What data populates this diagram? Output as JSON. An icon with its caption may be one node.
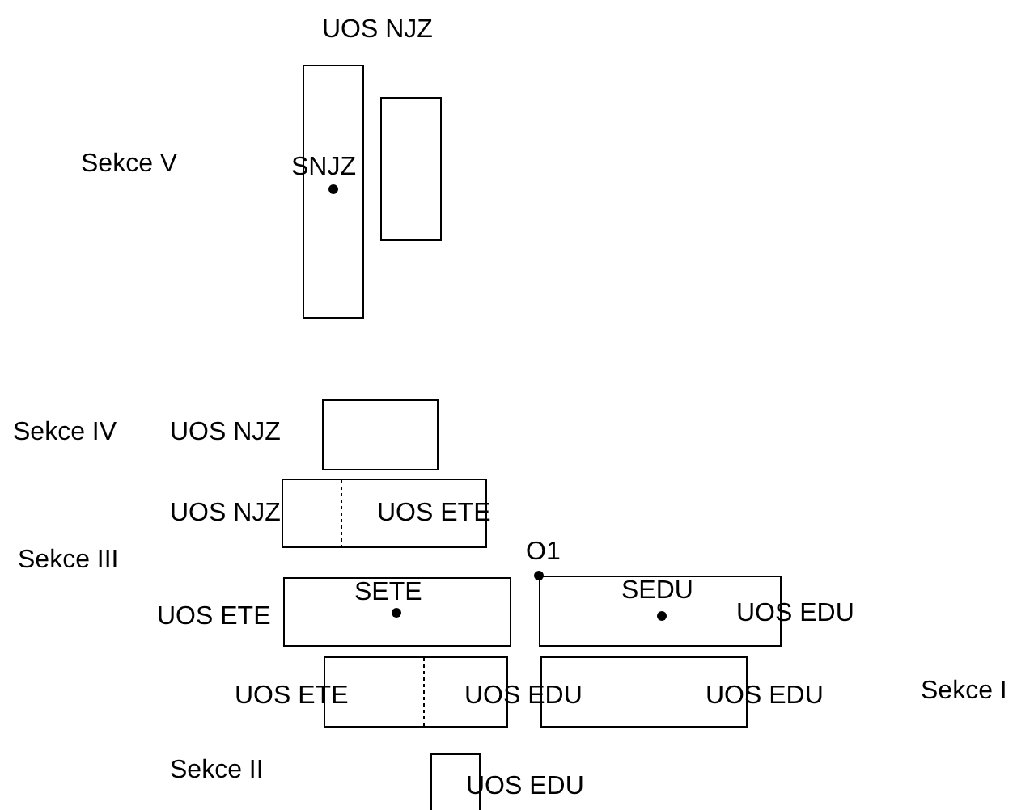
{
  "diagram": {
    "nodes": [
      {
        "text": [],
        "shape": "box"
      },
      {
        "text": [],
        "shape": "box"
      },
      {
        "text": [],
        "shape": "box"
      },
      {
        "text": [],
        "shape": "box"
      },
      {
        "text": [],
        "shape": "box"
      },
      {
        "text": [],
        "shape": "box"
      },
      {
        "text": [],
        "shape": "box"
      },
      {
        "text": [],
        "shape": "box"
      },
      {
        "text": [],
        "shape": "box"
      }
    ],
    "labels": [
      "UOS NJZ",
      "Sekce V",
      "SNJZ",
      "Sekce IV",
      "UOS NJZ",
      "UOS NJZ",
      "UOS ETE",
      "Sekce III",
      "O1",
      "UOS ETE",
      "SETE",
      "SEDU",
      "UOS EDU",
      "UOS ETE",
      "UOS EDU",
      "UOS EDU",
      "Sekce I",
      "Sekce II",
      "UOS EDU"
    ]
  }
}
